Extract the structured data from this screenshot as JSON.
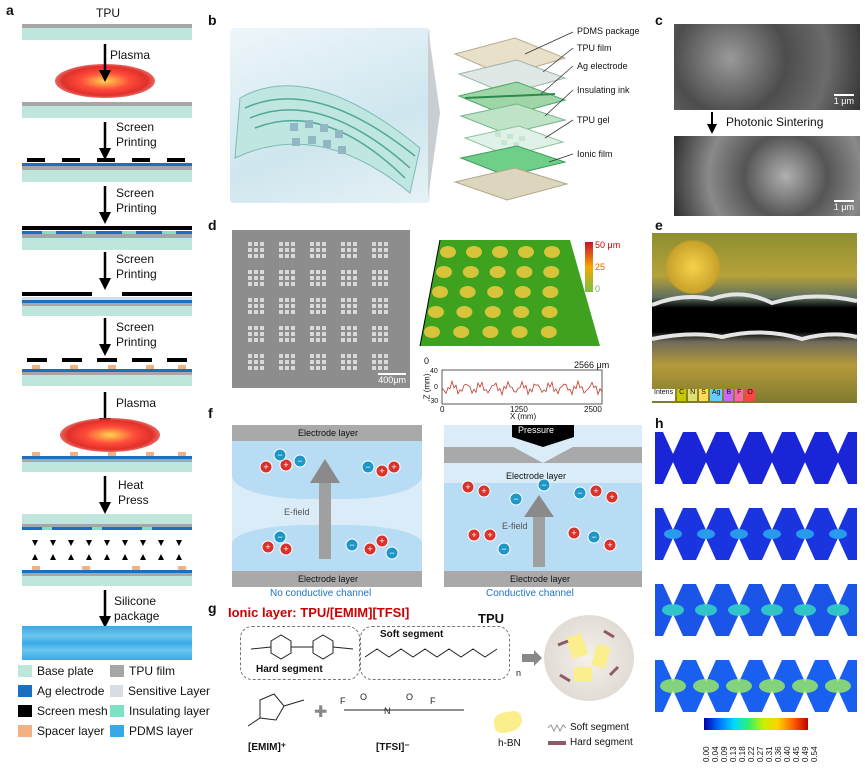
{
  "panels": {
    "a": "a",
    "b": "b",
    "c": "c",
    "d": "d",
    "e": "e",
    "f": "f",
    "g": "g",
    "h": "h"
  },
  "panel_a": {
    "top_label": "TPU",
    "steps": [
      "Plasma",
      "Screen\nPrinting",
      "Screen\nPrinting",
      "Screen\nPrinting",
      "Screen\nPrinting",
      "Plasma",
      "Heat\nPress",
      "Silicone\npackage"
    ],
    "legend": [
      {
        "label": "Base plate",
        "color": "#bfe6dc"
      },
      {
        "label": "TPU film",
        "color": "#a6a6a6"
      },
      {
        "label": "Ag electrode",
        "color": "#1a6fc0"
      },
      {
        "label": "Sensitive Layer",
        "color": "#d7dde3"
      },
      {
        "label": "Screen mesh",
        "color": "#000000"
      },
      {
        "label": "Insulating layer",
        "color": "#7ee0c4"
      },
      {
        "label": "Spacer layer",
        "color": "#f2b183"
      },
      {
        "label": "PDMS layer",
        "color": "#39a9e6"
      }
    ]
  },
  "panel_b": {
    "layers": [
      "PDMS package",
      "TPU film",
      "Ag electrode",
      "Insulating ink",
      "TPU gel",
      "Ionic film"
    ]
  },
  "panel_c": {
    "scale_top": "1 μm",
    "scale_bottom": "1 μm",
    "process": "Photonic Sintering"
  },
  "panel_d": {
    "scale": "400μm",
    "colorbar_top": "50 μm",
    "colorbar_mid": "25",
    "colorbar_bottom": "0",
    "x_start": "0",
    "x_end": "2566 μm",
    "profile": {
      "ylabel": "Z (mm)",
      "xlabel": "X (mm)",
      "yticks": [
        "40",
        "0",
        "-30"
      ],
      "xticks": [
        "0",
        "1250",
        "2500"
      ]
    }
  },
  "panel_e": {
    "legend": [
      "Intens",
      "C",
      "N",
      "S",
      "Ag",
      "B",
      "F",
      "O"
    ]
  },
  "panel_f": {
    "left": {
      "top": "Electrode  layer",
      "bottom": "Electrode  layer",
      "field": "E-field",
      "caption": "No conductive channel"
    },
    "right": {
      "top": "Electrode  layer",
      "bottom": "Electrode  layer",
      "field": "E-field",
      "pressure": "Pressure",
      "caption": "Conductive channel"
    }
  },
  "panel_g": {
    "title": "Ionic layer: TPU/[EMIM][TFSI]",
    "tpu": "TPU",
    "soft": "Soft segment",
    "hard": "Hard segment",
    "emim": "[EMIM]⁺",
    "tfsi": "[TFSI]⁻",
    "hbn": "h-BN",
    "legend_soft": "Soft segment",
    "legend_hard": "Hard segment",
    "n": "n"
  },
  "panel_h": {
    "colorbar_ticks": [
      "0.00",
      "0.04",
      "0.09",
      "0.13",
      "0.18",
      "0.22",
      "0.27",
      "0.31",
      "0.36",
      "0.40",
      "0.45",
      "0.49",
      "0.54"
    ]
  }
}
